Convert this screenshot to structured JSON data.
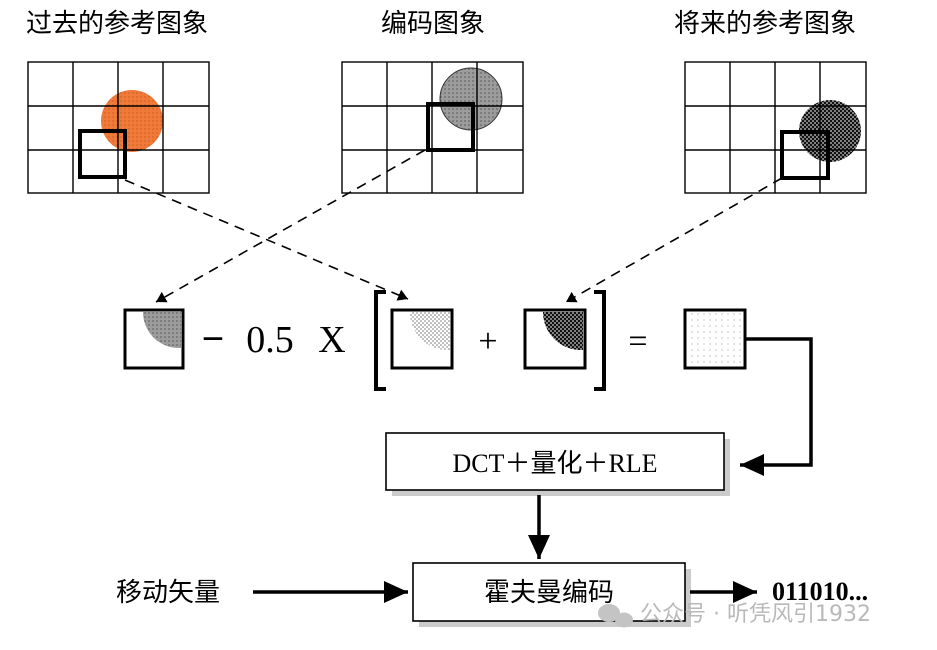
{
  "labels": {
    "past_reference": "过去的参考图象",
    "coded_picture": "编码图象",
    "future_reference": "将来的参考图象"
  },
  "equation": {
    "minus": "−",
    "factor": "0.5",
    "times": "X",
    "plus": "+",
    "equals": "="
  },
  "pipeline": {
    "transform_box": "DCT＋量化＋RLE",
    "huffman_box": "霍夫曼编码",
    "motion_vector_label": "移动矢量",
    "output_bits": "011010..."
  },
  "watermark": {
    "text": "公众号 · 听凭风引1932"
  },
  "colors": {
    "past_circle": "#f07a3a",
    "coded_circle": "#9a9a9a",
    "future_circle": "#111111",
    "line": "#000000",
    "watermark": "#b9b9b9"
  }
}
